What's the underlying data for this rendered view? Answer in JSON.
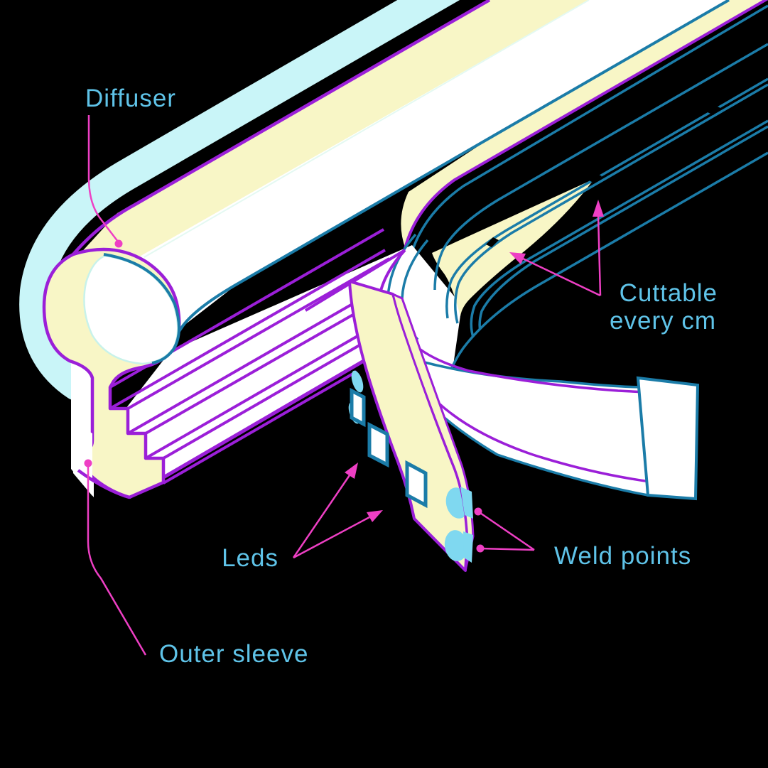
{
  "title": "LED neon flex strip anatomy diagram",
  "labels": {
    "diffuser": "Diffuser",
    "cuttable_line1": "Cuttable",
    "cuttable_line2": "every cm",
    "leds": "Leds",
    "weld_points": "Weld points",
    "outer_sleeve": "Outer sleeve"
  },
  "markers": {
    "cut_marks_count": 3,
    "weld_points_count": 4,
    "led_chips_count": 3
  },
  "colors": {
    "background": "#000000",
    "label_text": "#5fc3e8",
    "leader": "#ee3fc4",
    "outline_purple": "#9b1fd8",
    "line_teal": "#1b7ca8",
    "sleeve_yellow": "#f8f6c6",
    "glow_cyan": "#c9f5f8",
    "weld_cyan": "#7fd8f0",
    "bore_line_cyan": "#c8f2ea",
    "white": "#ffffff"
  }
}
